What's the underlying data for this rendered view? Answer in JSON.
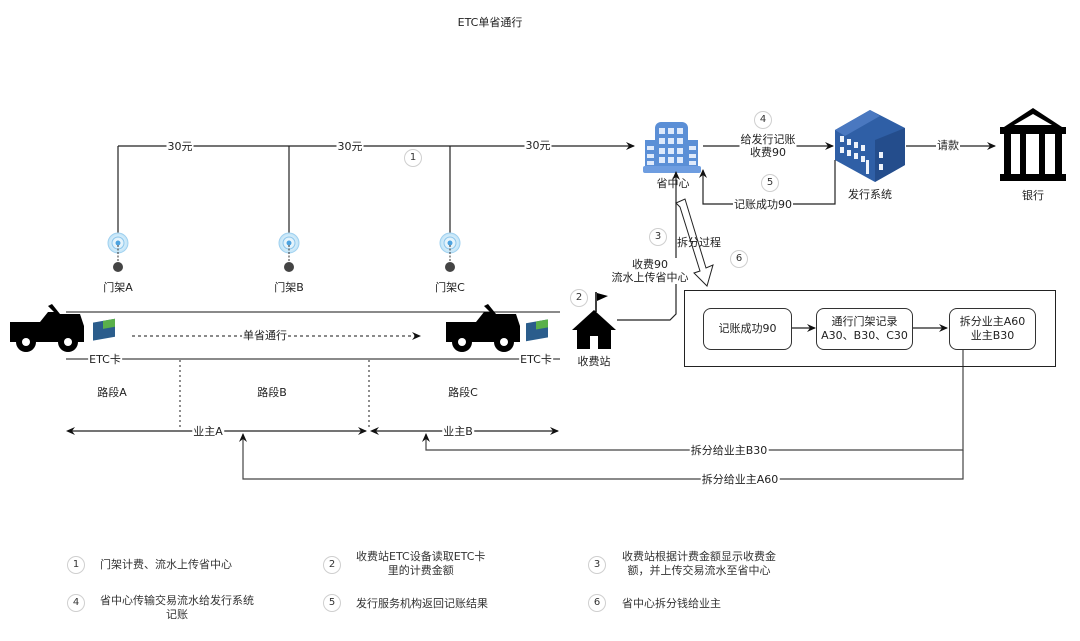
{
  "title": "ETC单省通行",
  "colors": {
    "building_blue": "#5b8fd6",
    "issuer_blue": "#2f5fa6",
    "line": "#222222",
    "badge_border": "#cfcfcf"
  },
  "nodes": {
    "province_center": {
      "label": "省中心",
      "icon": "office-building-icon"
    },
    "issuer_system": {
      "label": "发行系统",
      "icon": "isometric-building-icon"
    },
    "bank": {
      "label": "银行",
      "icon": "bank-icon"
    },
    "toll_station": {
      "label": "收费站",
      "icon": "house-flag-icon"
    },
    "gantries": [
      {
        "label": "门架A",
        "icon": "antenna-icon"
      },
      {
        "label": "门架B",
        "icon": "antenna-icon"
      },
      {
        "label": "门架C",
        "icon": "antenna-icon"
      }
    ],
    "vehicles": [
      {
        "icon": "jeep-icon",
        "card_label": "ETC卡"
      },
      {
        "icon": "jeep-icon",
        "card_label": "ETC卡"
      }
    ]
  },
  "edges": {
    "fee_labels": [
      "30元",
      "30元",
      "30元"
    ],
    "step1": "1",
    "step4": {
      "num": "4",
      "label": "给发行记账\n收费90"
    },
    "step5": {
      "num": "5",
      "label": "记账成功90"
    },
    "request": "请款",
    "step3": {
      "num": "3",
      "label": "收费90\n流水上传省中心"
    },
    "step2": {
      "num": "2"
    },
    "step6": {
      "num": "6",
      "label": "拆分过程"
    },
    "travel": "单省通行",
    "split_b": "拆分给业主B30",
    "split_a": "拆分给业主A60"
  },
  "split_process": {
    "boxes": [
      "记账成功90",
      "通行门架记录\nA30、B30、C30",
      "拆分业主A60\n业主B30"
    ]
  },
  "road": {
    "segments": [
      "路段A",
      "路段B",
      "路段C"
    ],
    "owners": [
      "业主A",
      "业主B"
    ]
  },
  "legend": [
    {
      "num": "1",
      "text": "门架计费、流水上传省中心"
    },
    {
      "num": "2",
      "text": "收费站ETC设备读取ETC卡\n里的计费金额"
    },
    {
      "num": "3",
      "text": "收费站根据计费金额显示收费金\n额，并上传交易流水至省中心"
    },
    {
      "num": "4",
      "text": "省中心传输交易流水给发行系统\n记账"
    },
    {
      "num": "5",
      "text": "发行服务机构返回记账结果"
    },
    {
      "num": "6",
      "text": "省中心拆分钱给业主"
    }
  ]
}
